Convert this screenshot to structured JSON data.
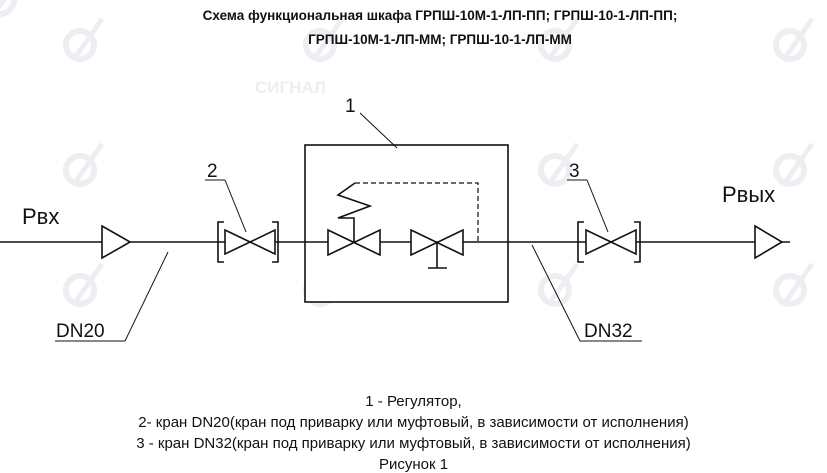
{
  "title": {
    "line1": "Схема функциональная шкафа ГРПШ-10М-1-ЛП-ПП; ГРПШ-10-1-ЛП-ПП;",
    "line2": "ГРПШ-10М-1-ЛП-ММ; ГРПШ-10-1-ЛП-ММ"
  },
  "diagram": {
    "inlet_label": "Рвх",
    "outlet_label": "Рвых",
    "callout_1": "1",
    "callout_2": "2",
    "callout_3": "3",
    "pipe_in": "DN20",
    "pipe_out": "DN32"
  },
  "watermark": "СИГНАЛ",
  "legend": {
    "item1": "1 - Регулятор,",
    "item2": "2- кран DN20(кран под приварку или муфтовый, в зависимости от исполнения)",
    "item3": "3 - кран DN32(кран под приварку или муфтовый, в зависимости от исполнения)",
    "caption": "Рисунок 1"
  }
}
